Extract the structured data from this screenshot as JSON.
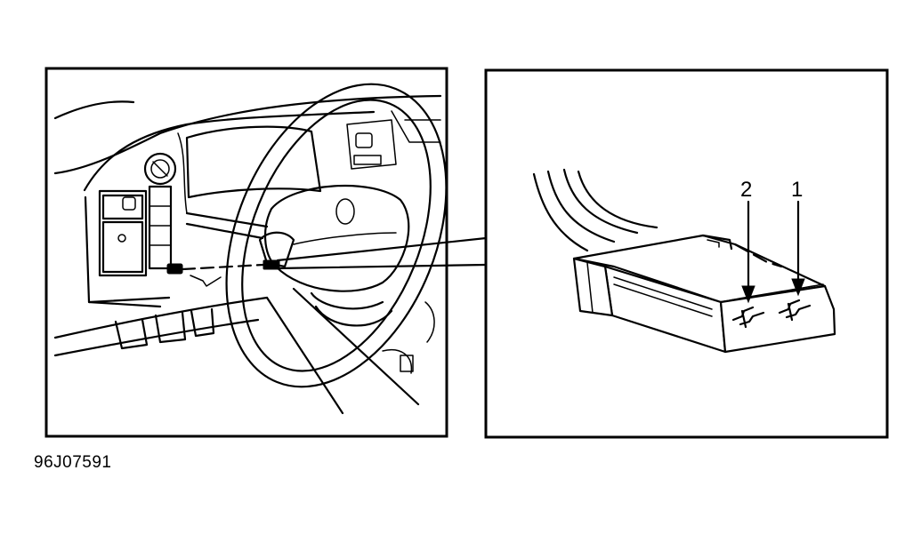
{
  "figure": {
    "id_label": "96J07591"
  },
  "connector": {
    "terminals": [
      {
        "label": "2"
      },
      {
        "label": "1"
      }
    ]
  },
  "colors": {
    "line": "#000000",
    "background": "#ffffff"
  }
}
